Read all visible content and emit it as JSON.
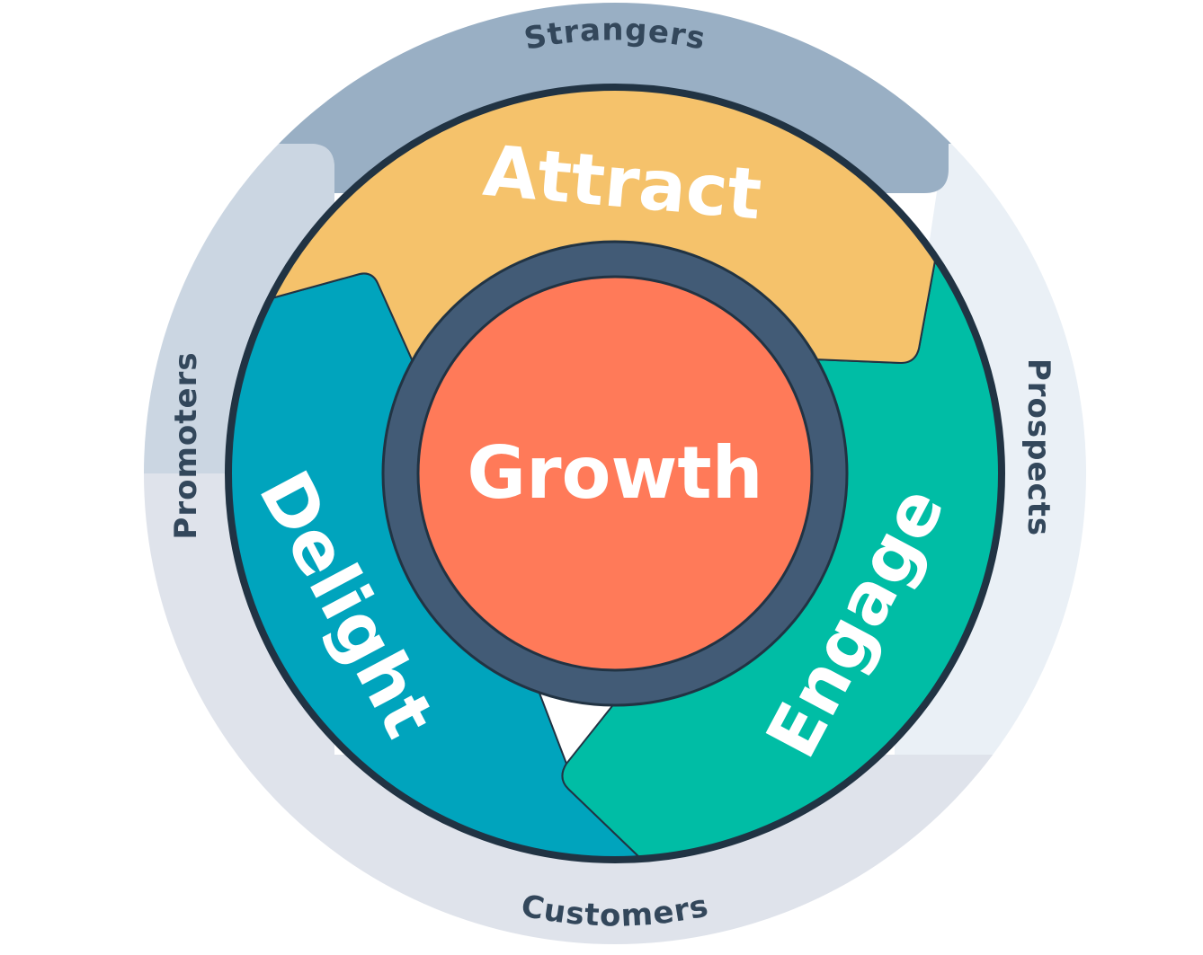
{
  "diagram": {
    "center": {
      "label": "Growth",
      "color": "#ff7a59"
    },
    "hub_ring_color": "#425b76",
    "outline_color": "#213343",
    "segments": [
      {
        "id": "attract",
        "label": "Attract",
        "color": "#f5c26b"
      },
      {
        "id": "engage",
        "label": "Engage",
        "color": "#00bda5"
      },
      {
        "id": "delight",
        "label": "Delight",
        "color": "#00a4bd"
      }
    ],
    "segment_text_color": "#ffffff",
    "outer_ring": {
      "labels": {
        "top": "Strangers",
        "right": "Prospects",
        "bottom": "Customers",
        "left": "Promoters"
      },
      "colors": {
        "top": "#99afc4",
        "right": "#eaf0f6",
        "bottom": "#dfe3eb",
        "left": "#cbd6e2"
      },
      "text_color": "#33475b"
    }
  }
}
